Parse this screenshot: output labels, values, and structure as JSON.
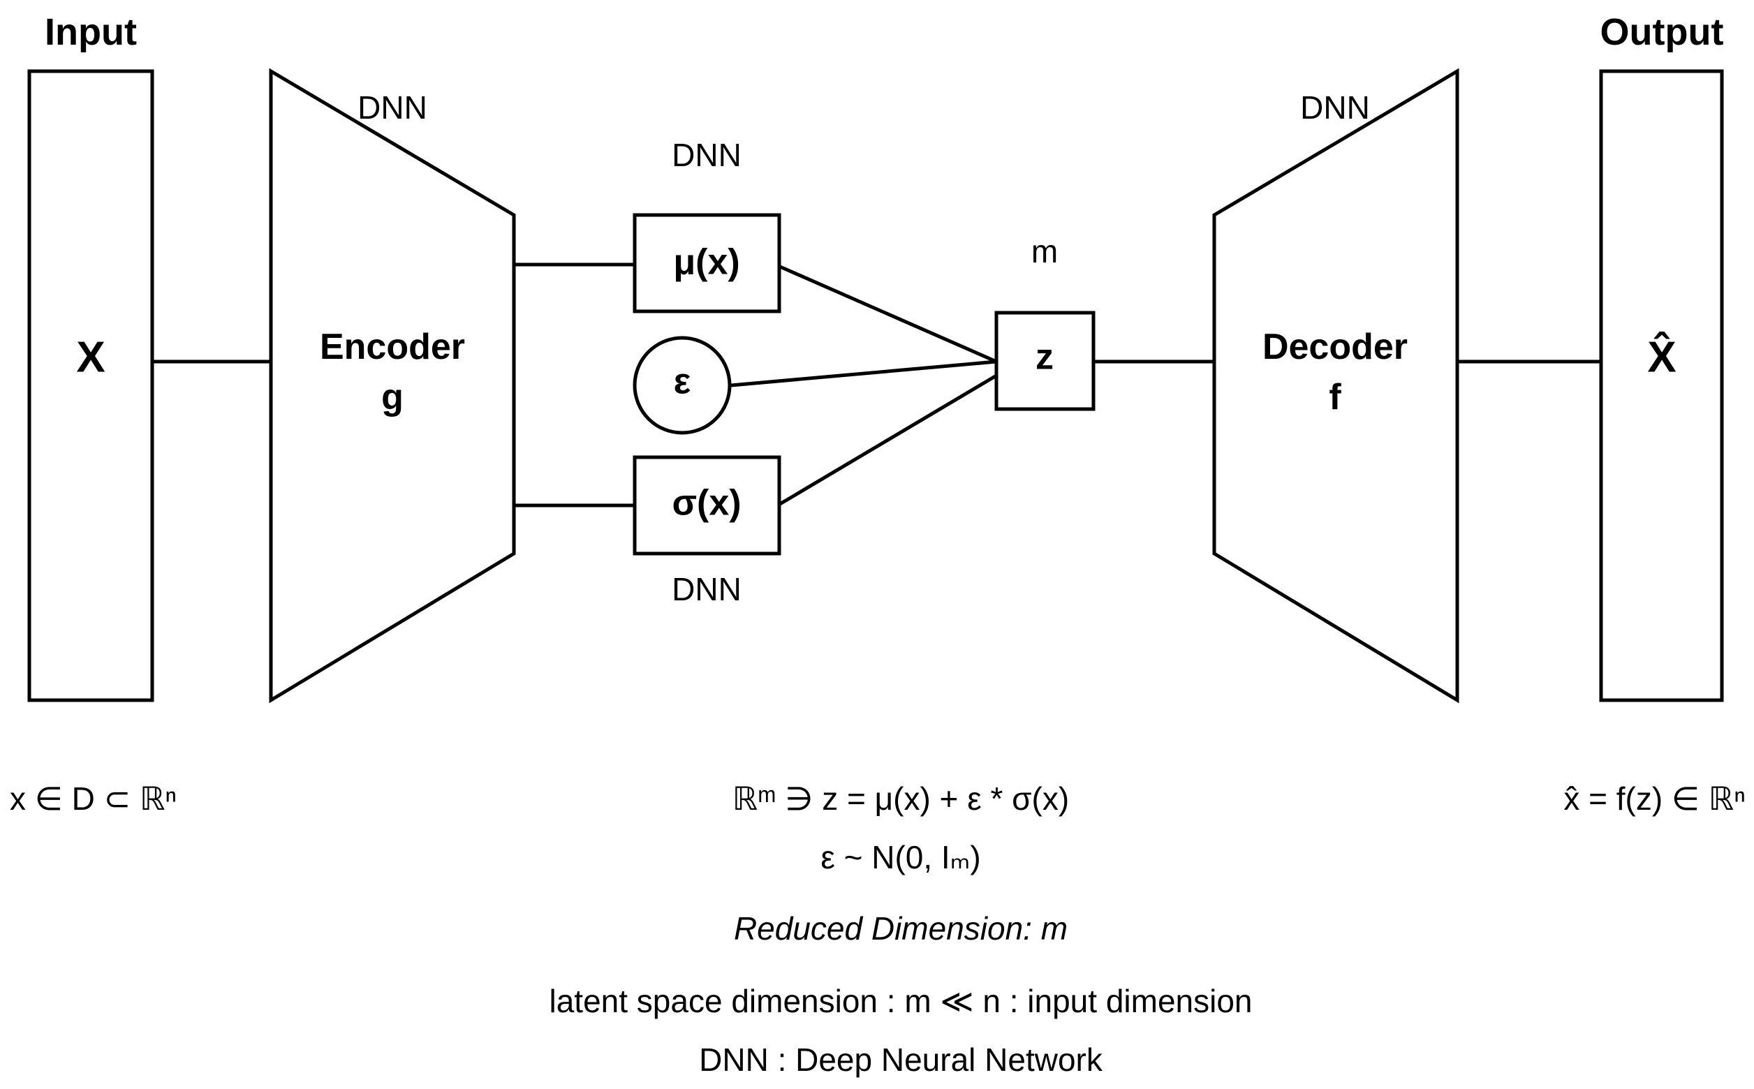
{
  "headers": {
    "input": "Input",
    "output": "Output"
  },
  "nodes": {
    "input_symbol": "X",
    "encoder_title": "Encoder",
    "encoder_fn": "g",
    "mu": "μ(x)",
    "eps": "ε",
    "sigma": "σ(x)",
    "z": "z",
    "decoder_title": "Decoder",
    "decoder_fn": "f",
    "output_symbol": "X̂"
  },
  "labels": {
    "encoder_dnn": "DNN",
    "mu_dnn": "DNN",
    "sigma_dnn": "DNN",
    "decoder_dnn": "DNN",
    "z_dim": "m"
  },
  "equations": {
    "input_domain": "x ∈ D ⊂ ℝⁿ",
    "latent": "ℝᵐ ∋ z = μ(x) + ε * σ(x)",
    "eps_dist": "ε ~ N(0, Iₘ)",
    "output_domain": "x̂ = f(z) ∈ ℝⁿ"
  },
  "notes": {
    "reduced": "Reduced Dimension: m",
    "latent_dim": "latent space dimension : m ≪ n : input dimension",
    "dnn_def": "DNN : Deep Neural Network"
  }
}
